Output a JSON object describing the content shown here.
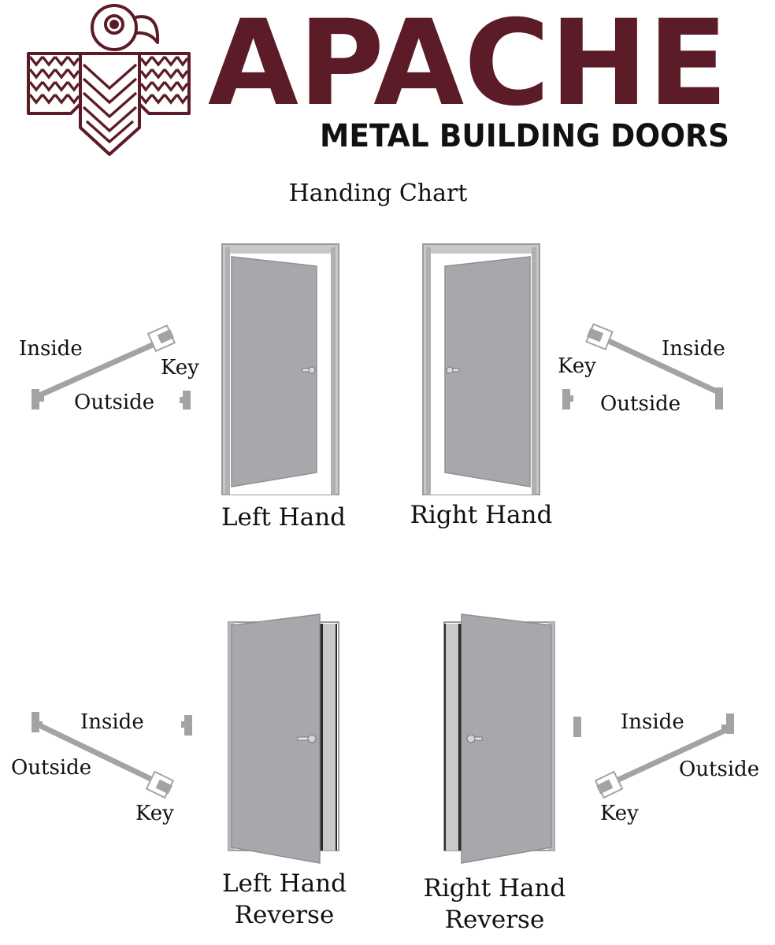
{
  "brand": {
    "name": "APACHE",
    "tagline": "METAL BUILDING DOORS",
    "color": "#5c1c27"
  },
  "chart_title": "Handing Chart",
  "doors": [
    {
      "caption_line1": "Left Hand",
      "caption_line2": "",
      "labels": {
        "inside": "Inside",
        "outside": "Outside",
        "key": "Key"
      }
    },
    {
      "caption_line1": "Right Hand",
      "caption_line2": "",
      "labels": {
        "inside": "Inside",
        "outside": "Outside",
        "key": "Key"
      }
    },
    {
      "caption_line1": "Left Hand",
      "caption_line2": "Reverse",
      "labels": {
        "inside": "Inside",
        "outside": "Outside",
        "key": "Key"
      }
    },
    {
      "caption_line1": "Right Hand",
      "caption_line2": "Reverse",
      "labels": {
        "inside": "Inside",
        "outside": "Outside",
        "key": "Key"
      }
    }
  ],
  "colors": {
    "door_fill": "#a6a8ab",
    "frame": "#b9bbbd",
    "diagram_gray": "#a3a3a3"
  }
}
